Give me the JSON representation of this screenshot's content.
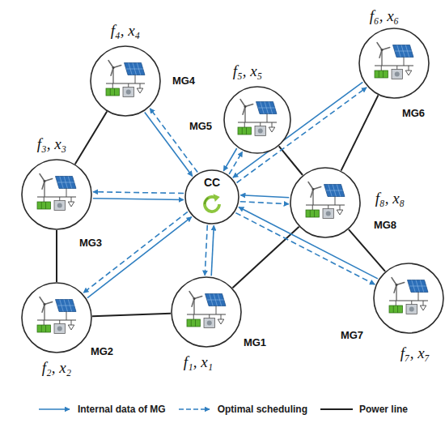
{
  "diagram": {
    "nodes": [
      {
        "text": [
          "f₁, x₁",
          "MG1"
        ]
      },
      {
        "text": [
          "f₂, x₂",
          "MG2"
        ]
      },
      {
        "text": [
          "f₃, x₃",
          "MG3"
        ]
      },
      {
        "text": [
          "f₄, x₄",
          "MG4"
        ]
      },
      {
        "text": [
          "f₅, x₅",
          "MG5"
        ]
      },
      {
        "text": [
          "f₆, x₆",
          "MG6"
        ]
      },
      {
        "text": [
          "f₇, x₇",
          "MG7"
        ]
      },
      {
        "text": [
          "f₈, x₈",
          "MG8"
        ]
      },
      {
        "text": [
          "CC"
        ]
      }
    ],
    "edges": [
      {
        "from": 3,
        "to": 2,
        "arrow": "none"
      },
      {
        "from": 2,
        "to": 1,
        "arrow": "none"
      },
      {
        "from": 1,
        "to": 0,
        "arrow": "none"
      },
      {
        "from": 0,
        "to": 7,
        "arrow": "none"
      },
      {
        "from": 4,
        "to": 7,
        "arrow": "none"
      },
      {
        "from": 5,
        "to": 7,
        "arrow": "none"
      },
      {
        "from": 7,
        "to": 6,
        "arrow": "none"
      },
      {
        "from": 0,
        "to": 8,
        "arrow": "to"
      },
      {
        "from": 8,
        "to": 0,
        "arrow": "to"
      },
      {
        "from": 1,
        "to": 8,
        "arrow": "to"
      },
      {
        "from": 8,
        "to": 1,
        "arrow": "to"
      },
      {
        "from": 2,
        "to": 8,
        "arrow": "to"
      },
      {
        "from": 8,
        "to": 2,
        "arrow": "to"
      },
      {
        "from": 3,
        "to": 8,
        "arrow": "to"
      },
      {
        "from": 8,
        "to": 3,
        "arrow": "to"
      },
      {
        "from": 4,
        "to": 8,
        "arrow": "to"
      },
      {
        "from": 8,
        "to": 4,
        "arrow": "to"
      },
      {
        "from": 5,
        "to": 8,
        "arrow": "to"
      },
      {
        "from": 8,
        "to": 5,
        "arrow": "to"
      },
      {
        "from": 6,
        "to": 8,
        "arrow": "to"
      },
      {
        "from": 8,
        "to": 6,
        "arrow": "to"
      },
      {
        "from": 7,
        "to": 8,
        "arrow": "to"
      },
      {
        "from": 8,
        "to": 7,
        "arrow": "to"
      }
    ],
    "legend": [
      {
        "text": "Internal data of MG"
      },
      {
        "text": "Optimal scheduling"
      },
      {
        "text": "Power line"
      }
    ]
  }
}
